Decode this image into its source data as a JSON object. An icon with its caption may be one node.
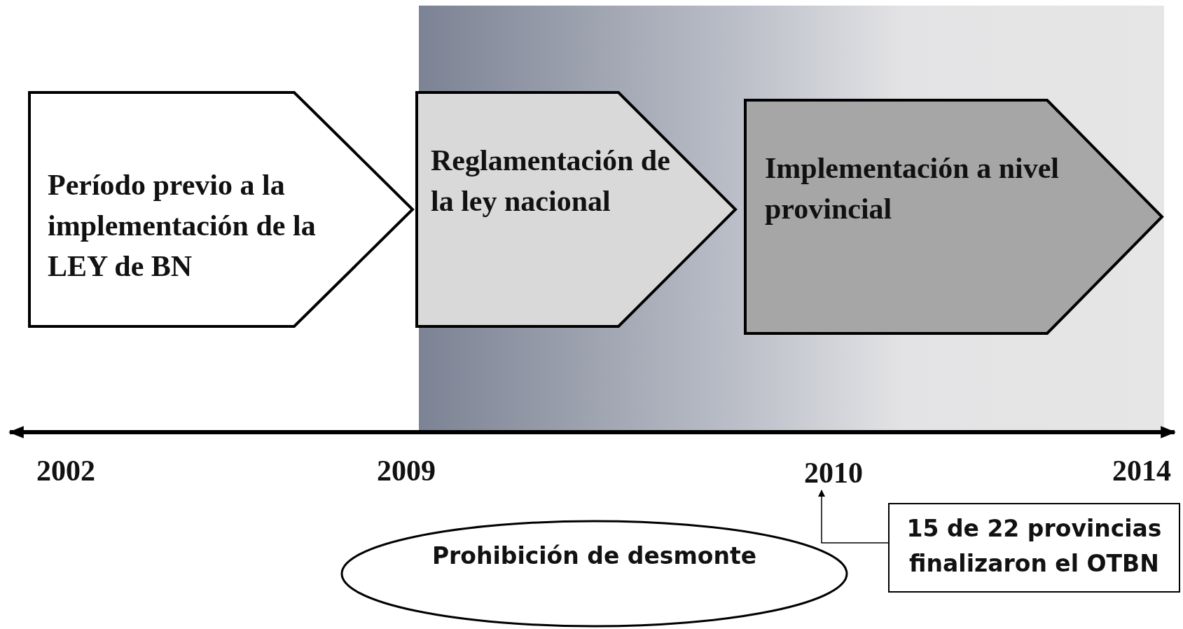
{
  "diagram": {
    "nodes": [
      {
        "text": [
          "Período previo a la implementación de la LEY de BN"
        ]
      },
      {
        "text": [
          "Reglamentación de la ley nacional"
        ]
      },
      {
        "text": [
          "Implementación a nivel provincial"
        ]
      },
      {
        "text": [
          "2010"
        ]
      },
      {
        "text": [
          "15 de 22 provincias finalizaron el OTBN"
        ]
      },
      {
        "text": [
          "Prohibición de desmonte"
        ]
      }
    ],
    "edges": [
      {
        "from": 4,
        "to": 3,
        "arrow": "to"
      }
    ],
    "labels": [
      "2002",
      "2009",
      "2014"
    ]
  }
}
